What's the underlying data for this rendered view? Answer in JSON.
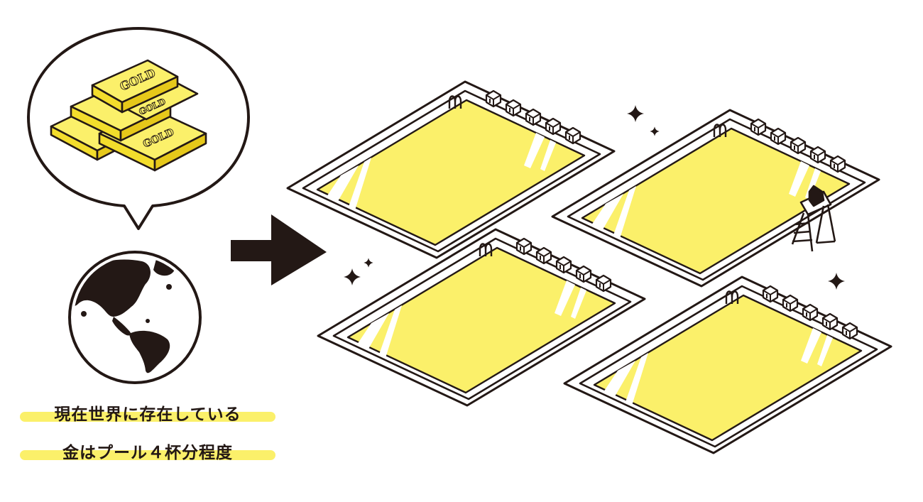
{
  "colors": {
    "gold": "#fbf06a",
    "ink": "#231815",
    "paper": "#ffffff"
  },
  "icons": [
    "speech-bubble-icon",
    "gold-bars-icon",
    "earth-globe-icon",
    "right-arrow-icon",
    "pool-icon",
    "lifeguard-chair-icon",
    "sparkle-icon"
  ],
  "gold_bar_text": "GOLD",
  "caption": {
    "line1": "現在世界に存在している",
    "line2": "金はプール４杯分程度"
  },
  "pool_count": 4
}
